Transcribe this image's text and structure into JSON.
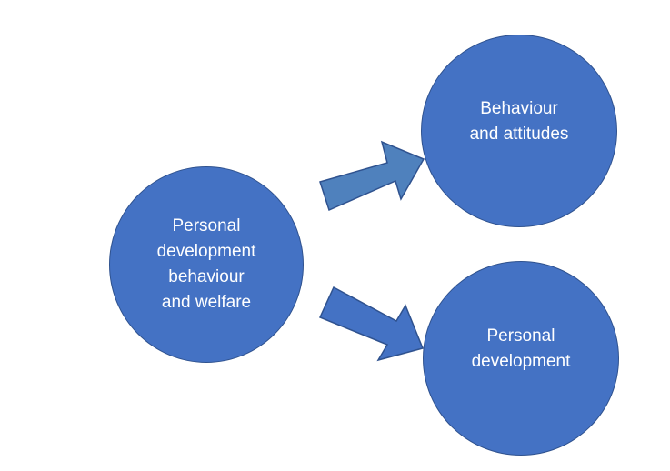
{
  "diagram": {
    "nodes": {
      "source": {
        "label": "Personal\ndevelopment\nbehaviour\nand welfare"
      },
      "top": {
        "label": "Behaviour\nand attitudes"
      },
      "bottom": {
        "label": "Personal\ndevelopment"
      }
    },
    "edges": [
      {
        "from": "source",
        "to": "top"
      },
      {
        "from": "source",
        "to": "bottom"
      }
    ]
  },
  "colors": {
    "node_fill": "#4472c4",
    "node_border": "#2f528f",
    "arrow_top_fill": "#4f81bd",
    "arrow_bottom_fill": "#4472c4",
    "label_text": "#ffffff"
  }
}
